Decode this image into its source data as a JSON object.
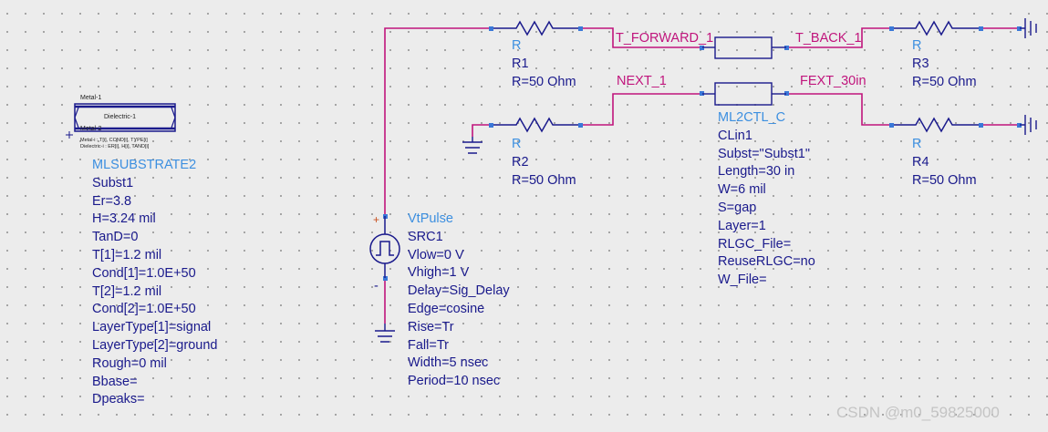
{
  "substrate": {
    "symbol": {
      "top_layer": "Metal-1",
      "dielectric": "Dielectric-1",
      "bottom_layer": "Metal-2",
      "note1": "Metal-i :     T[i], COND[i], TYPE[i]",
      "note2": "Dielectric-i : ER[i], H[i], TAND[i]"
    },
    "type": "MLSUBSTRATE2",
    "name": "Subst1",
    "params": [
      "Er=3.8",
      "H=3.24 mil",
      "TanD=0",
      "T[1]=1.2 mil",
      "Cond[1]=1.0E+50",
      "T[2]=1.2 mil",
      "Cond[2]=1.0E+50",
      "LayerType[1]=signal",
      "LayerType[2]=ground",
      "Rough=0 mil",
      "Bbase=",
      "Dpeaks="
    ]
  },
  "source": {
    "type": "VtPulse",
    "name": "SRC1",
    "plus": "+",
    "minus": "-",
    "params": [
      "Vlow=0 V",
      "Vhigh=1 V",
      "Delay=Sig_Delay",
      "Edge=cosine",
      "Rise=Tr",
      "Fall=Tr",
      "Width=5 nsec",
      "Period=10 nsec"
    ]
  },
  "resistors": [
    {
      "type": "R",
      "name": "R1",
      "value": "R=50 Ohm"
    },
    {
      "type": "R",
      "name": "R2",
      "value": "R=50 Ohm"
    },
    {
      "type": "R",
      "name": "R3",
      "value": "R=50 Ohm"
    },
    {
      "type": "R",
      "name": "R4",
      "value": "R=50 Ohm"
    }
  ],
  "coupled_line": {
    "type": "ML2CTL_C",
    "name": "CLin1",
    "params": [
      "Subst=\"Subst1\"",
      "Length=30 in",
      "W=6 mil",
      "S=gap",
      "Layer=1",
      "RLGC_File=",
      "ReuseRLGC=no",
      "W_File="
    ]
  },
  "wire_labels": {
    "t_forward": "T_FORWARD_1",
    "t_back": "T_BACK_1",
    "next": "NEXT_1",
    "fext": "FEXT_30in"
  },
  "watermark": "CSDN @m0_59825000",
  "colors": {
    "wire": "#c0147c",
    "component": "#1a1a8c",
    "component_type": "#3c8fe0",
    "pin": "#3a78d8",
    "background": "#ececec"
  }
}
